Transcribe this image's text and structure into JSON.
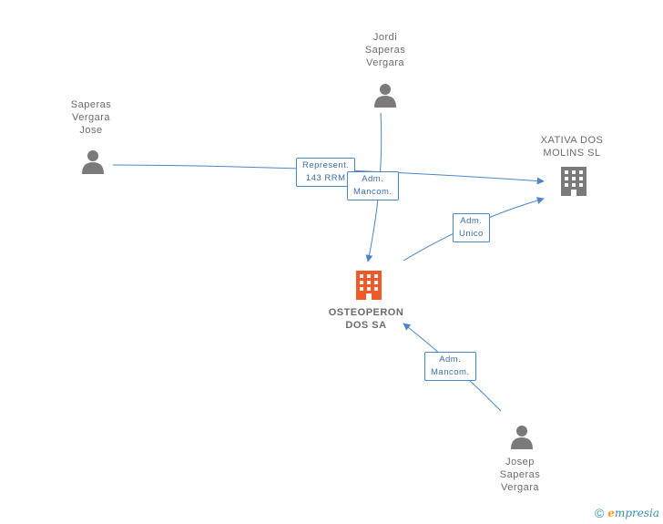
{
  "nodes": {
    "jordi": {
      "label": "Jordi\nSaperas\nVergara",
      "kind": "person"
    },
    "saperas_jose": {
      "label": "Saperas\nVergara\nJose",
      "kind": "person"
    },
    "xativa": {
      "label": "XATIVA DOS\nMOLINS SL",
      "kind": "company"
    },
    "osteoperon": {
      "label": "OSTEOPERON\nDOS SA",
      "kind": "company-focus"
    },
    "josep": {
      "label": "Josep\nSaperas\nVergara",
      "kind": "person"
    }
  },
  "edges": {
    "represent": {
      "label": "Represent.\n143 RRM"
    },
    "adm_mancom_top": {
      "label": "Adm.\nMancom."
    },
    "adm_unico": {
      "label": "Adm.\nUnico"
    },
    "adm_mancom_bottom": {
      "label": "Adm.\nMancom."
    }
  },
  "colors": {
    "person": "#7a7a7a",
    "company": "#7a7a7a",
    "focus": "#f05a28",
    "edge": "#4a86c8"
  },
  "footer": {
    "symbol": "©",
    "brand_initial": "e",
    "brand_rest": "mpresia"
  }
}
